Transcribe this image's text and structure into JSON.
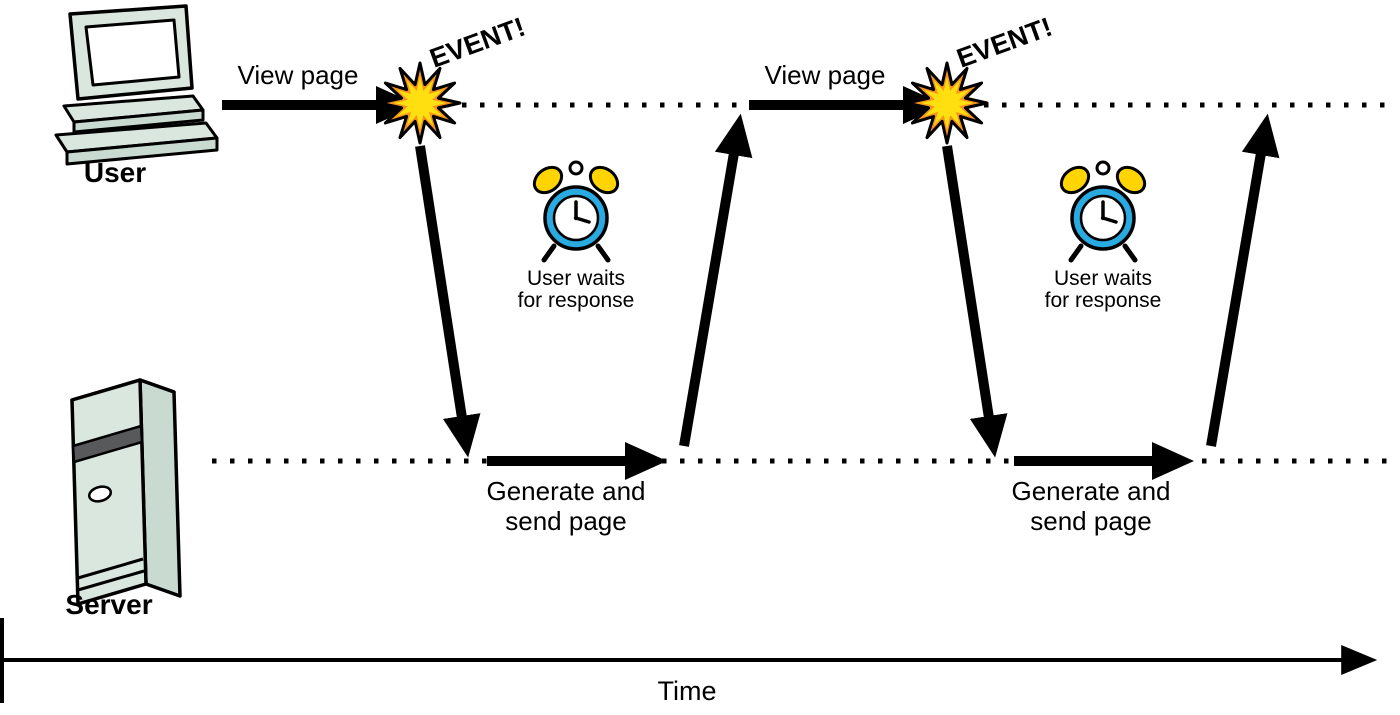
{
  "actors": {
    "user": {
      "label": "User"
    },
    "server": {
      "label": "Server"
    }
  },
  "time_axis": {
    "label": "Time"
  },
  "cycles": [
    {
      "view_page": "View page",
      "event": "EVENT!",
      "wait_line1": "User waits",
      "wait_line2": "for response",
      "generate_line1": "Generate and",
      "generate_line2": "send page"
    },
    {
      "view_page": "View page",
      "event": "EVENT!",
      "wait_line1": "User waits",
      "wait_line2": "for response",
      "generate_line1": "Generate and",
      "generate_line2": "send page"
    }
  ],
  "colors": {
    "arrow": "#000000",
    "starburst_outer": "#f7941e",
    "starburst_inner": "#ffdf10",
    "clock_body": "#29abe2",
    "clock_bell": "#ffd400",
    "machine_body": "#d9e7de"
  }
}
